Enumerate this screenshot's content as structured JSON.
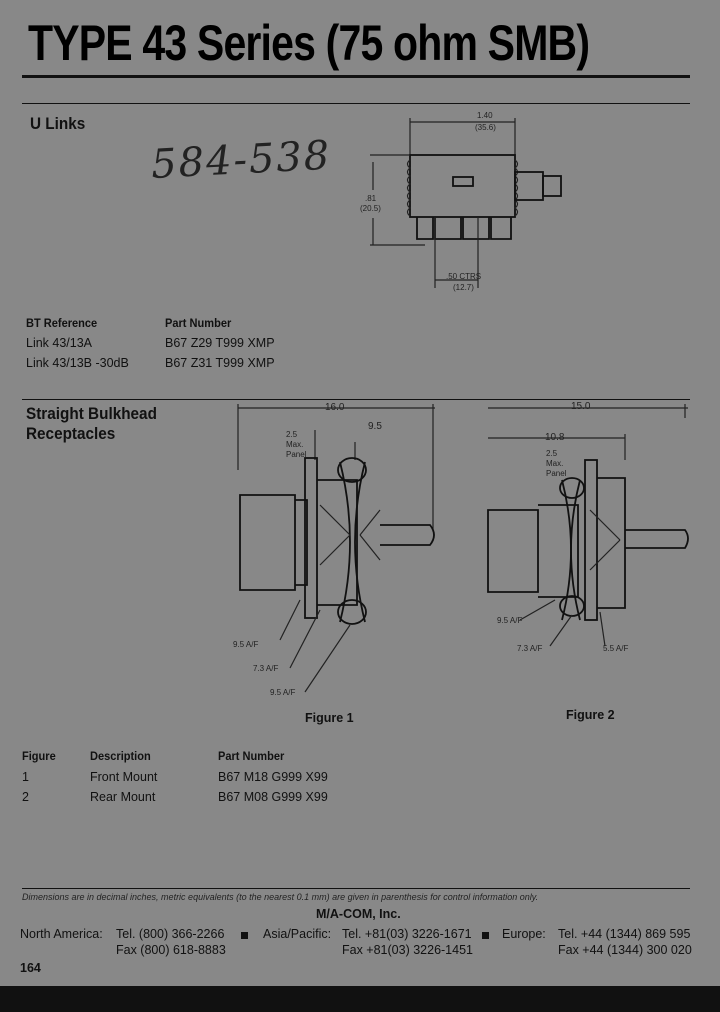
{
  "header": {
    "title": "TYPE 43 Series (75 ohm SMB)"
  },
  "u_links": {
    "heading": "U Links",
    "handwritten": "584-538",
    "dims": {
      "width_in": "1.40",
      "width_mm": "(35.6)",
      "height_in": ".81",
      "height_mm": "(20.5)",
      "ctrs_in": ".50 CTRS",
      "ctrs_mm": "(12.7)"
    },
    "table": {
      "col1": "BT Reference",
      "col2": "Part Number",
      "rows": [
        {
          "ref": "Link 43/13A",
          "part": "B67 Z29 T999 XMP"
        },
        {
          "ref": "Link 43/13B -30dB",
          "part": "B67 Z31 T999 XMP"
        }
      ]
    }
  },
  "bulkhead": {
    "heading_line1": "Straight Bulkhead",
    "heading_line2": "Receptacles",
    "fig1": {
      "dim_total": "16.0",
      "dim_inner": "9.5",
      "panel": [
        "2.5",
        "Max.",
        "Panel"
      ],
      "af": [
        "9.5 A/F",
        "7.3 A/F",
        "9.5 A/F"
      ],
      "caption": "Figure 1"
    },
    "fig2": {
      "dim_total": "15.0",
      "dim_inner": "10.8",
      "panel": [
        "2.5",
        "Max.",
        "Panel"
      ],
      "af": [
        "9.5 A/F",
        "7.3 A/F",
        "5.5 A/F"
      ],
      "caption": "Figure 2"
    },
    "table": {
      "col1": "Figure",
      "col2": "Description",
      "col3": "Part Number",
      "rows": [
        {
          "fig": "1",
          "desc": "Front Mount",
          "part": "B67 M18 G999 X99"
        },
        {
          "fig": "2",
          "desc": "Rear Mount",
          "part": "B67 M08 G999 X99"
        }
      ]
    }
  },
  "footer": {
    "note": "Dimensions are in decimal inches, metric equivalents (to the nearest 0.1 mm) are given in parenthesis for control information only.",
    "company": "M/A-COM, Inc.",
    "north_america": {
      "label": "North America:",
      "tel": "Tel.  (800) 366-2266",
      "fax": "Fax  (800) 618-8883"
    },
    "asia": {
      "label": "Asia/Pacific:",
      "tel": "Tel.  +81(03) 3226-1671",
      "fax": "Fax +81(03) 3226-1451"
    },
    "europe": {
      "label": "Europe:",
      "tel": "Tel.  +44 (1344) 869 595",
      "fax": "Fax +44 (1344) 300 020"
    },
    "page_number": "164"
  }
}
